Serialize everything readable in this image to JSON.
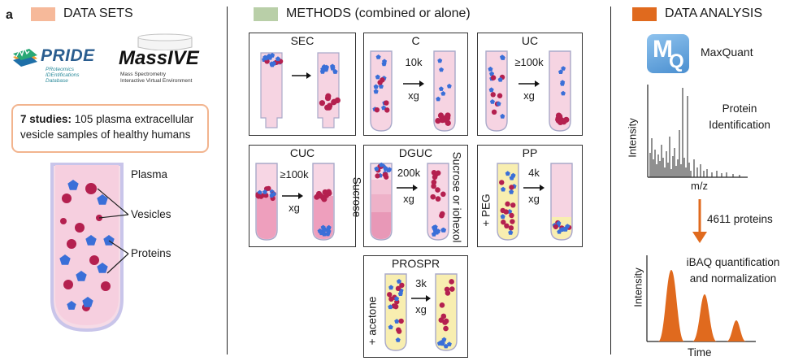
{
  "figure_label": "a",
  "sections": {
    "datasets": {
      "title": "DATA SETS",
      "color": "#f6b99a"
    },
    "methods": {
      "title": "METHODS (combined or alone)",
      "color": "#b9cfa8"
    },
    "analysis": {
      "title": "DATA ANALYSIS",
      "color": "#e06a1e"
    }
  },
  "logos": {
    "pride": {
      "name": "PRIDE",
      "line1": "PRoteomics",
      "line2": "IDEntifications",
      "line3": "Database"
    },
    "massive": {
      "name": "MassIVE",
      "line1": "Mass Spectrometry",
      "line2": "Interactive Virtual Environment"
    }
  },
  "studies": {
    "bold": "7 studies:",
    "text": "105 plasma extracellular vesicle samples of healthy humans"
  },
  "tube_labels": {
    "plasma": "Plasma",
    "vesicles": "Vesicles",
    "proteins": "Proteins"
  },
  "methods": {
    "sec": {
      "name": "SEC"
    },
    "c": {
      "name": "C",
      "speed": "10k",
      "unit": "xg"
    },
    "uc": {
      "name": "UC",
      "speed": "≥100k",
      "unit": "xg"
    },
    "cuc": {
      "name": "CUC",
      "speed": "≥100k",
      "unit": "xg",
      "medium": "Sucrose"
    },
    "dguc": {
      "name": "DGUC",
      "speed": "200k",
      "unit": "xg",
      "medium": "Sucrose or iohexol"
    },
    "pp": {
      "name": "PP",
      "speed": "4k",
      "unit": "xg",
      "reagent": "+ PEG"
    },
    "prospr": {
      "name": "PROSPR",
      "speed": "3k",
      "unit": "xg",
      "reagent": "+ acetone"
    }
  },
  "analysis": {
    "software": "MaxQuant",
    "mq_letters": "MQ",
    "spectrum": {
      "label": "Protein Identification",
      "ylabel": "Intensity",
      "xlabel": "m/z"
    },
    "arrow_text": "4611 proteins",
    "quant": {
      "label": "iBAQ quantification and normalization",
      "ylabel": "Intensity",
      "xlabel": "Time"
    }
  }
}
